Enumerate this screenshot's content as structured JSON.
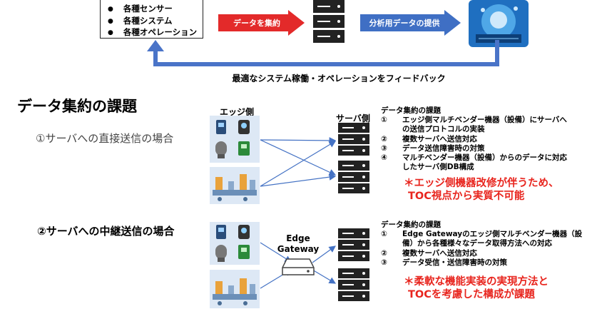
{
  "top_flow": {
    "bullets": [
      "各種センサー",
      "各種システム",
      "各種オペレーション"
    ],
    "arrow1_label": "データを集約",
    "arrow2_label": "分析用データの提供",
    "feedback_label": "最適なシステム稼働・オペレーションをフィードバック"
  },
  "section": {
    "title": "データ集約の課題",
    "case1_label": "①サーバへの直接送信の場合",
    "case2_label": "②サーバへの中継送信の場合"
  },
  "case1": {
    "edge_label": "エッジ側",
    "server_label": "サーバ側",
    "issues_title": "データ集約の課題",
    "issues": [
      {
        "num": "①",
        "text": "エッジ側マルチベンダー機器（設備）にサーバへ",
        "cont": "の送信プロトコルの実装"
      },
      {
        "num": "②",
        "text": "複数サーバへ送信対応",
        "cont": ""
      },
      {
        "num": "③",
        "text": "データ送信障害時の対策",
        "cont": ""
      },
      {
        "num": "④",
        "text": "マルチベンダー機器（設備）からのデータに対応",
        "cont": "したサーバ側DB構成"
      }
    ],
    "note_line1": "＊エッジ側機器改修が伴うため、",
    "note_line2": "TOC視点から実質不可能"
  },
  "case2": {
    "gateway_label_line1": "Edge",
    "gateway_label_line2": "Gateway",
    "issues_title": "データ集約の課題",
    "issues": [
      {
        "num": "①",
        "text": "Edge Gatewayのエッジ側マルチベンダー機器（設",
        "cont": "備）から各種様々なデータ取得方法への対応"
      },
      {
        "num": "②",
        "text": "複数サーバへ送信対応",
        "cont": ""
      },
      {
        "num": "③",
        "text": "データ受信・送信障害時の対策",
        "cont": ""
      }
    ],
    "note_line1": "＊柔軟な機能実装の実現方法と",
    "note_line2": "TOCを考慮した構成が課題"
  },
  "colors": {
    "arrow_red": "#e32a2a",
    "arrow_blue": "#3f6fc4",
    "feedback_blue": "#4a74c8",
    "panel_blue": "#dde8f5",
    "note_red": "#e8251e"
  }
}
